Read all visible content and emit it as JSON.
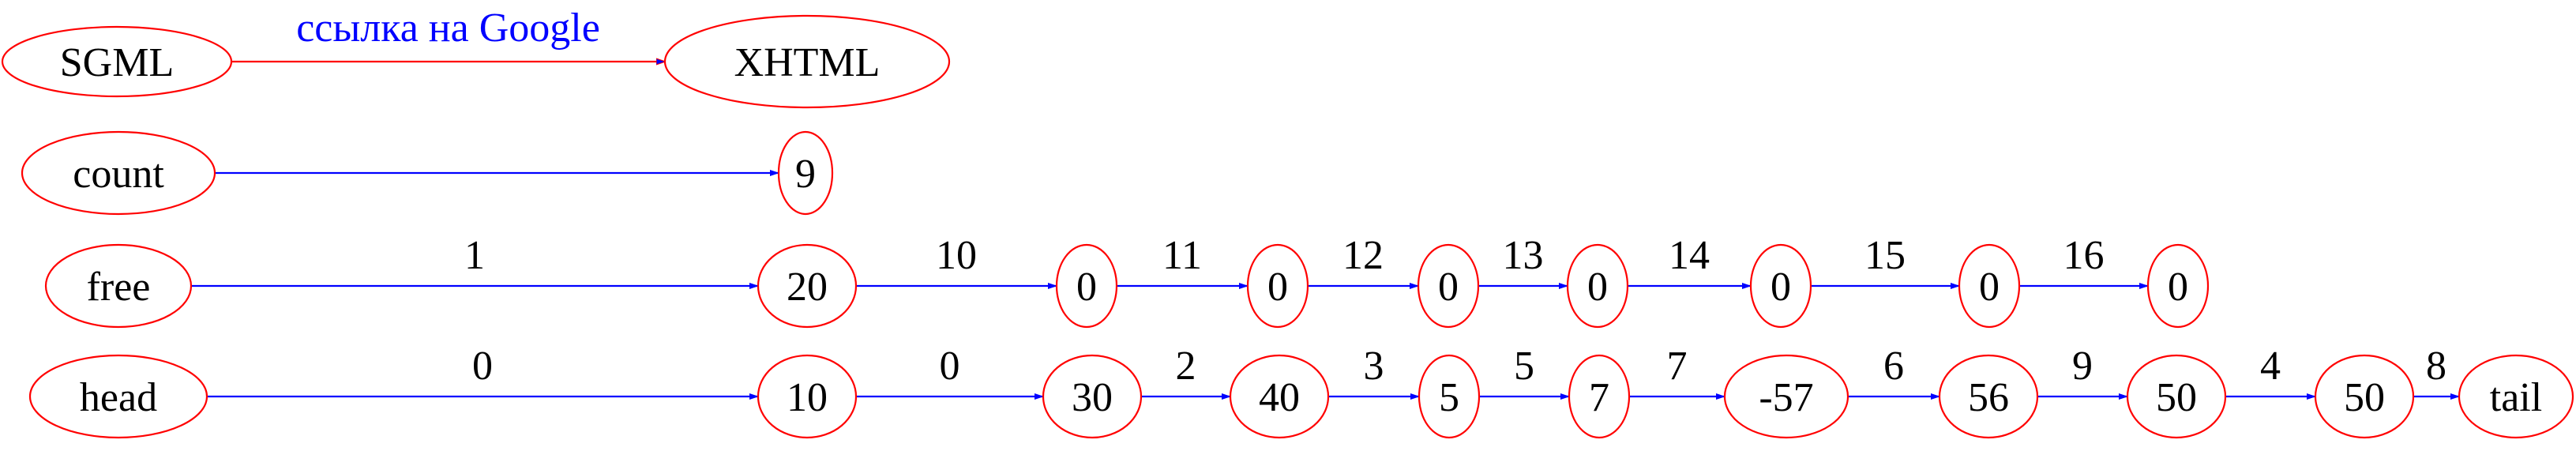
{
  "colors": {
    "node_stroke": "#ff0000",
    "edge": "#0000ff",
    "link_text": "#0000ff",
    "link_edge": "#ff0000",
    "text": "#000000"
  },
  "nodes": [
    {
      "id": "sgml",
      "label": "SGML"
    },
    {
      "id": "xhtml",
      "label": "XHTML"
    },
    {
      "id": "count",
      "label": "count"
    },
    {
      "id": "n9",
      "label": "9"
    },
    {
      "id": "free",
      "label": "free"
    },
    {
      "id": "f20",
      "label": "20"
    },
    {
      "id": "f0a",
      "label": "0"
    },
    {
      "id": "f0b",
      "label": "0"
    },
    {
      "id": "f0c",
      "label": "0"
    },
    {
      "id": "f0d",
      "label": "0"
    },
    {
      "id": "f0e",
      "label": "0"
    },
    {
      "id": "f0f",
      "label": "0"
    },
    {
      "id": "f0g",
      "label": "0"
    },
    {
      "id": "head",
      "label": "head"
    },
    {
      "id": "h10",
      "label": "10"
    },
    {
      "id": "h30",
      "label": "30"
    },
    {
      "id": "h40",
      "label": "40"
    },
    {
      "id": "h5",
      "label": "5"
    },
    {
      "id": "h7",
      "label": "7"
    },
    {
      "id": "hm57",
      "label": "-57"
    },
    {
      "id": "h56",
      "label": "56"
    },
    {
      "id": "h50a",
      "label": "50"
    },
    {
      "id": "h50b",
      "label": "50"
    },
    {
      "id": "tail",
      "label": "tail"
    }
  ],
  "edges": [
    {
      "from": "sgml",
      "to": "xhtml",
      "label": "ссылка на Google",
      "kind": "link"
    },
    {
      "from": "count",
      "to": "n9",
      "label": ""
    },
    {
      "from": "free",
      "to": "f20",
      "label": "1"
    },
    {
      "from": "f20",
      "to": "f0a",
      "label": "10"
    },
    {
      "from": "f0a",
      "to": "f0b",
      "label": "11"
    },
    {
      "from": "f0b",
      "to": "f0c",
      "label": "12"
    },
    {
      "from": "f0c",
      "to": "f0d",
      "label": "13"
    },
    {
      "from": "f0d",
      "to": "f0e",
      "label": "14"
    },
    {
      "from": "f0e",
      "to": "f0f",
      "label": "15"
    },
    {
      "from": "f0f",
      "to": "f0g",
      "label": "16"
    },
    {
      "from": "head",
      "to": "h10",
      "label": "0"
    },
    {
      "from": "h10",
      "to": "h30",
      "label": "0"
    },
    {
      "from": "h30",
      "to": "h40",
      "label": "2"
    },
    {
      "from": "h40",
      "to": "h5",
      "label": "3"
    },
    {
      "from": "h5",
      "to": "h7",
      "label": "5"
    },
    {
      "from": "h7",
      "to": "hm57",
      "label": "7"
    },
    {
      "from": "hm57",
      "to": "h56",
      "label": "6"
    },
    {
      "from": "h56",
      "to": "h50a",
      "label": "9"
    },
    {
      "from": "h50a",
      "to": "h50b",
      "label": "4"
    },
    {
      "from": "h50b",
      "to": "tail",
      "label": "8"
    }
  ]
}
